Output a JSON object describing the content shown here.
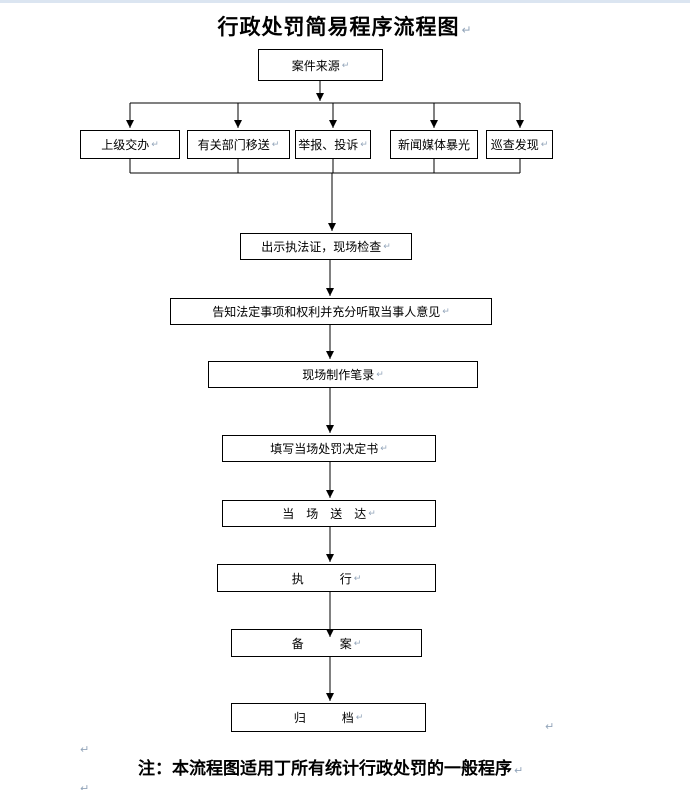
{
  "title": "行政处罚简易程序流程图",
  "note": "注：本流程图适用丁所有统计行政处罚的一般程序",
  "marks": {
    "pilcrow": "↵"
  },
  "colors": {
    "line": "#000000",
    "box_border": "#000000",
    "paragraph_mark": "#93a5ba",
    "page_top_edge": "#dbe5f1"
  },
  "flowchart": {
    "source": {
      "label": "案件来源"
    },
    "branches": [
      {
        "label": "上级交办"
      },
      {
        "label": "有关部门移送"
      },
      {
        "label": "举报、投诉"
      },
      {
        "label": "新闻媒体暴光"
      },
      {
        "label": "巡查发现"
      }
    ],
    "steps": [
      {
        "label": "出示执法证，现场检查"
      },
      {
        "label": "告知法定事项和权利并充分听取当事人意见"
      },
      {
        "label": "现场制作笔录"
      },
      {
        "label": "填写当场处罚决定书"
      },
      {
        "label": "当　场　送　达"
      },
      {
        "label": "执　　　行"
      },
      {
        "label": "备　　　案"
      },
      {
        "label": "归　　　档"
      }
    ]
  }
}
